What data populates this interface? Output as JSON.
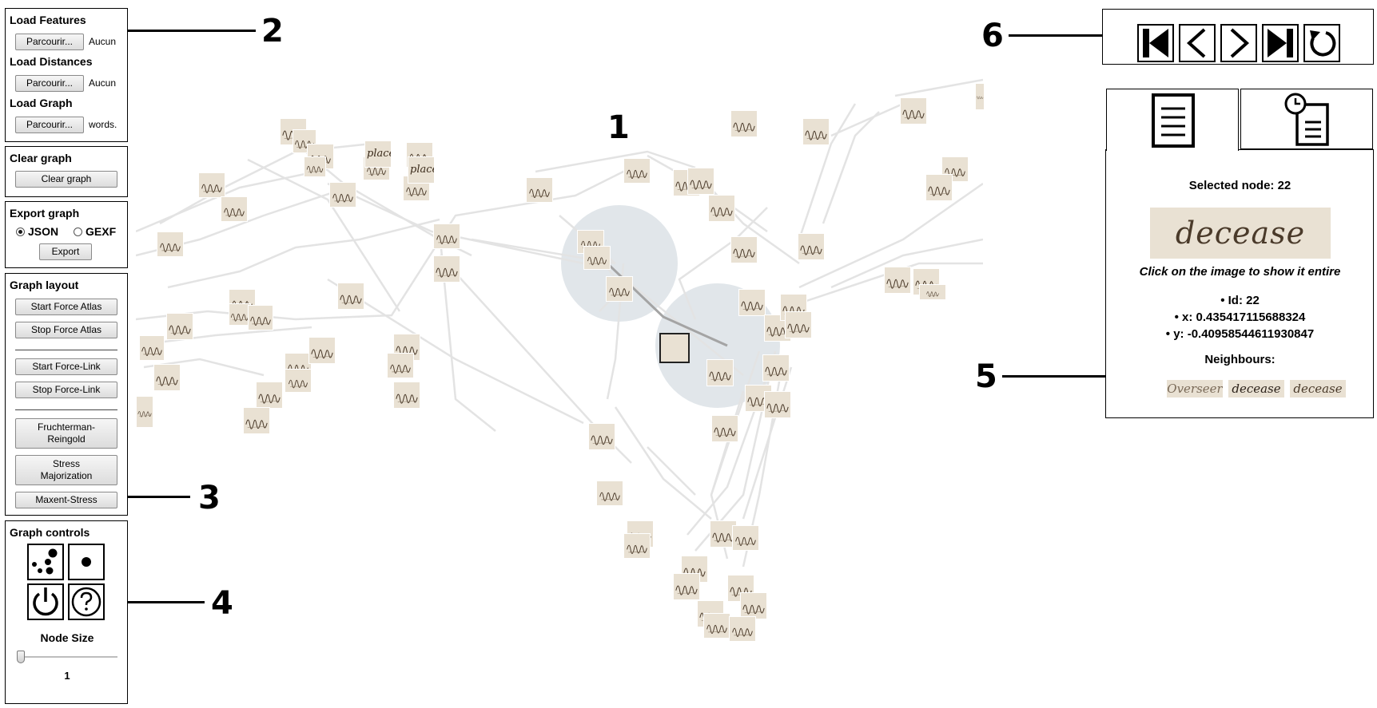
{
  "load": {
    "features_title": "Load Features",
    "distances_title": "Load Distances",
    "graph_title": "Load Graph",
    "browse_label": "Parcourir...",
    "features_file": "Aucun",
    "distances_file": "Aucun",
    "graph_file": "words."
  },
  "clear": {
    "title": "Clear graph",
    "button": "Clear graph"
  },
  "export": {
    "title": "Export graph",
    "json_label": "JSON",
    "gexf_label": "GEXF",
    "selected_format": "JSON",
    "button": "Export"
  },
  "layout": {
    "title": "Graph layout",
    "start_force_atlas": "Start Force Atlas",
    "stop_force_atlas": "Stop Force Atlas",
    "start_force_link": "Start Force-Link",
    "stop_force_link": "Stop Force-Link",
    "fruchterman_line1": "Fruchterman-",
    "fruchterman_line2": "Reingold",
    "stress_line1": "Stress",
    "stress_line2": "Majorization",
    "maxent": "Maxent-Stress"
  },
  "controls": {
    "title": "Graph controls",
    "icons": [
      "scatter-dots-icon",
      "single-dot-icon",
      "power-icon",
      "help-icon"
    ],
    "node_size_label": "Node Size",
    "node_size_value": "1"
  },
  "navigation": {
    "icons": [
      "first-icon",
      "previous-icon",
      "next-icon",
      "last-icon",
      "reset-icon"
    ]
  },
  "tabs": {
    "icons": [
      "document-icon",
      "history-icon"
    ]
  },
  "info": {
    "selected_node": "Selected node: 22",
    "word_image_text": "decease",
    "hint": "Click on the image to show it entire",
    "id_line": "Id: 22",
    "x_line": "x: 0.435417115688324",
    "y_line": "y: -0.40958544611930847",
    "neighbours_title": "Neighbours:",
    "neighbours": [
      "Overseer",
      "decease",
      "decease"
    ]
  },
  "graph": {
    "words": [
      "place",
      "place",
      "place",
      "decease",
      "decease"
    ]
  },
  "callouts": {
    "n1": "1",
    "n2": "2",
    "n3": "3",
    "n4": "4",
    "n5": "5",
    "n6": "6"
  },
  "colors": {
    "node_bg": "#e9e1d3",
    "edge": "#e2e2e2",
    "halo": "#e1e6ea",
    "ink": "#4a3a2a"
  }
}
